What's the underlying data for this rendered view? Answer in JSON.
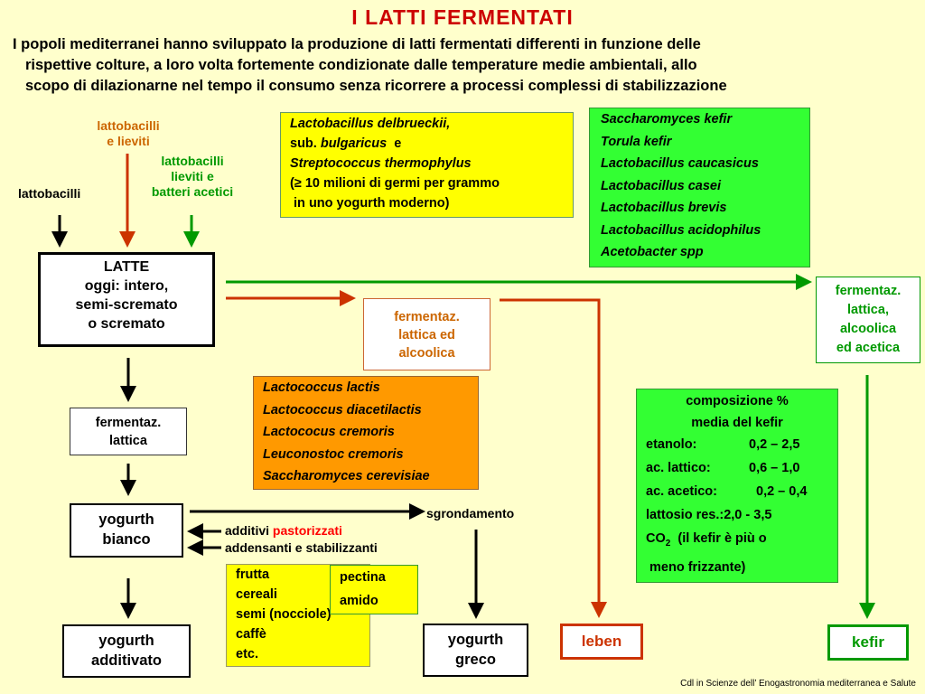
{
  "title": "I  LATTI  FERMENTATI",
  "intro": [
    "I popoli mediterranei hanno sviluppato la produzione di latti fermentati differenti in funzione delle",
    "rispettive colture, a loro volta fortemente condizionate dalle temperature medie ambientali, allo",
    "scopo di dilazionarne nel tempo il consumo senza ricorrere a processi complessi di stabilizzazione"
  ],
  "inputs": {
    "lb": "lattobacilli",
    "lbl1": "lattobacilli",
    "lbl2": "e lieviti",
    "lba1": "lattobacilli",
    "lba2": "lieviti e",
    "lba3": "batteri acetici"
  },
  "latte": [
    "LATTE",
    "oggi: intero,",
    "semi-scremato",
    "o scremato"
  ],
  "yogurt_box": {
    "l1_a": "Lactobacillus delbrueckii,",
    "l2_a": "sub. ",
    "l2_b": "bulgaricus",
    "l2_c": "  e",
    "l3": "Streptococcus thermophylus",
    "l4": "(≥ 10 milioni di germi per grammo",
    "l5": " in uno yogurth moderno)"
  },
  "kefir_flora": [
    "Saccharomyces kefir",
    "Torula kefir",
    "Lactobacillus caucasicus",
    "Lactobacillus casei",
    "Lactobacillus brevis",
    "Lactobacillus acidophilus",
    "Acetobacter spp"
  ],
  "fermentaz_kefir": [
    "fermentaz.",
    "lattica,",
    "alcoolica",
    "ed acetica"
  ],
  "fermentaz_leben": [
    "fermentaz.",
    "lattica ed",
    "alcoolica"
  ],
  "leben_flora": [
    "Lactococcus lactis",
    "Lactococcus diacetilactis",
    "Lactococus cremoris",
    "Leuconostoc cremoris",
    "Saccharomyces cerevisiae"
  ],
  "fermentaz_lattica": [
    "fermentaz.",
    "lattica"
  ],
  "composizione": {
    "h1": "composizione %",
    "h2": "media del kefir",
    "rows": [
      [
        "etanolo:",
        "0,2 – 2,5"
      ],
      [
        "ac. lattico:",
        "0,6 – 1,0"
      ],
      [
        "ac. acetico:",
        "0,2 – 0,4"
      ],
      [
        "lattosio res.:",
        "2,0 - 3,5"
      ]
    ],
    "co2_a": "CO",
    "co2_sub": "2",
    "co2_b": "  (il kefir è più o",
    "co2_c": " meno frizzante)"
  },
  "yogurth_bianco": [
    "yogurth",
    "bianco"
  ],
  "sgrondamento": "sgrondamento",
  "additivi_a": "additivi ",
  "additivi_b": "pastorizzati",
  "addensanti": "addensanti e stabilizzanti",
  "additivi_list": [
    "frutta",
    "cereali",
    "semi (nocciole)",
    "caffè",
    "etc."
  ],
  "addensanti_list": [
    "pectina",
    "amido"
  ],
  "yogurth_additivato": [
    "yogurth",
    "additivato"
  ],
  "yogurth_greco": [
    "yogurth",
    "greco"
  ],
  "leben": "leben",
  "kefir": "kefir",
  "footer": "Cdl in Scienze dell’ Enogastronomia mediterranea e Salute",
  "colors": {
    "background": "#ffffcc",
    "title": "#cc0000",
    "leben_path": "#cc3300",
    "kefir_path": "#009900",
    "green_box": "#33ff33",
    "yellow_box": "#ffff00",
    "orange_box": "#ff9900"
  }
}
